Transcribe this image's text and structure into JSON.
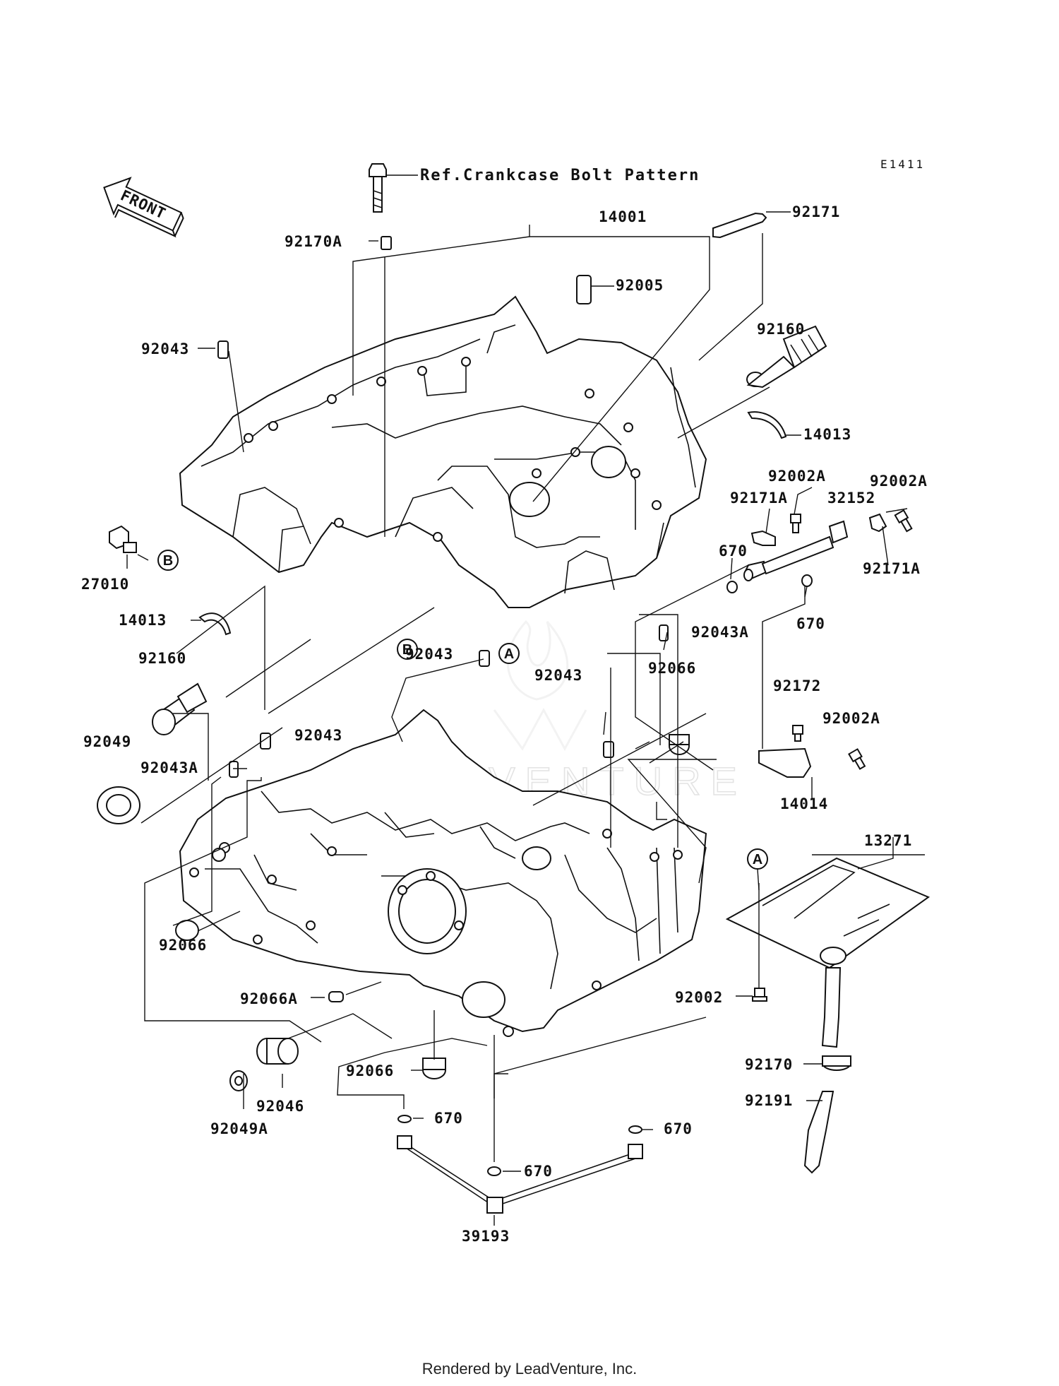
{
  "diagram_code": "E1411",
  "front_label": "FRONT",
  "reference_note": "Ref.Crankcase Bolt Pattern",
  "watermark": "LEADVENTURE",
  "footer": "Rendered by LeadVenture, Inc.",
  "callouts": {
    "A": "A",
    "B": "B"
  },
  "parts": [
    "92170A",
    "14001",
    "92171",
    "92005",
    "92043",
    "92160",
    "14013",
    "92002A",
    "92171A",
    "32152",
    "92002A",
    "670",
    "92171A",
    "670",
    "27010",
    "14013",
    "92160",
    "92043A",
    "92043",
    "92043",
    "92066",
    "92049",
    "92043A",
    "92043",
    "92172",
    "92002A",
    "14014",
    "13271",
    "92066",
    "92066A",
    "92002",
    "92066",
    "92170",
    "92046",
    "92049A",
    "92191",
    "670",
    "670",
    "670",
    "39193"
  ]
}
